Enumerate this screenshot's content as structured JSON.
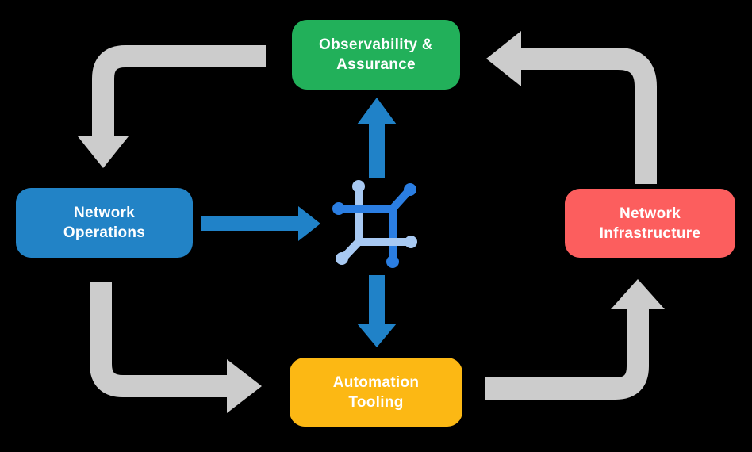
{
  "diagram": {
    "name": "network-automation-cycle",
    "background": "#000000",
    "text_color": "#FFFFFF",
    "nodes": {
      "observability": {
        "lines": [
          "Observability &",
          "Assurance"
        ],
        "color": "#22B05A"
      },
      "network_operations": {
        "lines": [
          "Network",
          "Operations"
        ],
        "color": "#2283C6"
      },
      "network_infrastructure": {
        "lines": [
          "Network",
          "Infrastructure"
        ],
        "color": "#FC5E5E"
      },
      "automation_tooling": {
        "lines": [
          "Automation",
          "Tooling"
        ],
        "color": "#FCB814"
      }
    },
    "center_icon": {
      "name": "network-nodes-icon",
      "dark_blue": "#2B7EE2",
      "light_blue": "#A8C9F2"
    },
    "arrows": {
      "gray_color": "#CCCCCC",
      "blue_color": "#2082C8",
      "gray_flow": [
        "observability to network_operations",
        "network_operations to automation_tooling",
        "automation_tooling to network_infrastructure",
        "network_infrastructure to observability"
      ],
      "blue_flow": [
        "network_operations to center_icon",
        "center_icon to observability",
        "center_icon to automation_tooling"
      ]
    }
  }
}
